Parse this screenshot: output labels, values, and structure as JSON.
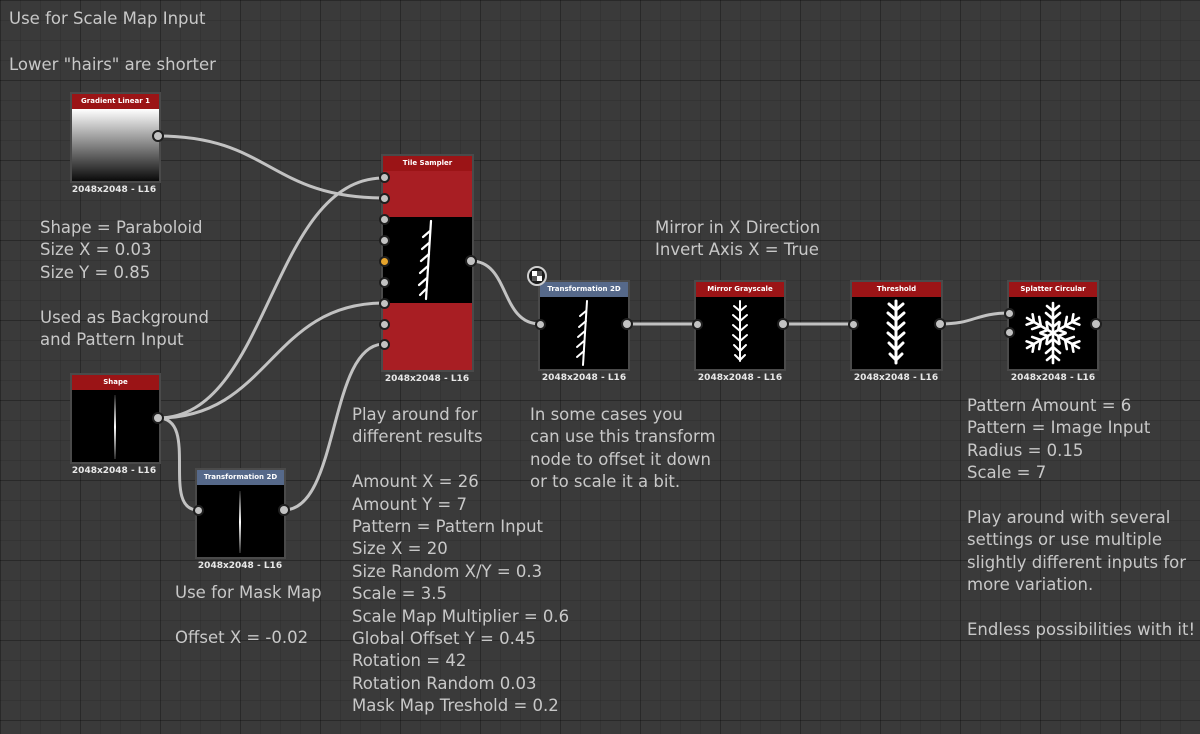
{
  "comments": {
    "top_line1": "Use for Scale Map Input",
    "top_line2": "Lower \"hairs\" are shorter",
    "gradient_notes": "Shape = Paraboloid\nSize X = 0.03\nSize Y = 0.85",
    "shape_notes": "Used as Background\nand Pattern Input",
    "mask_notes": "Use for Mask Map\n\nOffset X = -0.02",
    "tile_notes": "Play around for\ndifferent results\n\nAmount X = 26\nAmount Y = 7\nPattern = Pattern Input\nSize X = 20\nSize Random X/Y = 0.3\nScale = 3.5\nScale Map Multiplier = 0.6\nGlobal Offset Y = 0.45\nRotation = 42\nRotation Random 0.03\nMask Map Treshold = 0.2",
    "mirror_notes": "Mirror in X Direction\nInvert Axis X = True",
    "transform_notes": "In some cases you\ncan use this transform\nnode to offset it down\nor to scale it a bit.",
    "splatter_notes": "Pattern Amount = 6\nPattern = Image Input\nRadius = 0.15\nScale = 7\n\nPlay around with several\nsettings or use multiple\nslightly different inputs for\nmore variation.\n\nEndless possibilities with it!"
  },
  "nodes": {
    "gradient_linear": {
      "title": "Gradient Linear 1",
      "resolution": "2048x2048 - L16"
    },
    "shape": {
      "title": "Shape",
      "resolution": "2048x2048 - L16"
    },
    "transformation_mask": {
      "title": "Transformation 2D",
      "resolution": "2048x2048 - L16"
    },
    "tile_sampler": {
      "title": "Tile Sampler",
      "resolution": "2048x2048 - L16"
    },
    "transformation_main": {
      "title": "Transformation 2D",
      "resolution": "2048x2048 - L16"
    },
    "mirror_grayscale": {
      "title": "Mirror Grayscale",
      "resolution": "2048x2048 - L16"
    },
    "threshold": {
      "title": "Threshold",
      "resolution": "2048x2048 - L16"
    },
    "splatter_circular": {
      "title": "Splatter Circular",
      "resolution": "2048x2048 - L16"
    }
  },
  "colors": {
    "atomic_header": "#9b1416",
    "transform_header": "#56698a",
    "wire": "#c2c2c2",
    "active_port": "#e6a42c",
    "comment_text": "#c8c8c8"
  },
  "icons": {
    "expose": "checker-icon"
  }
}
